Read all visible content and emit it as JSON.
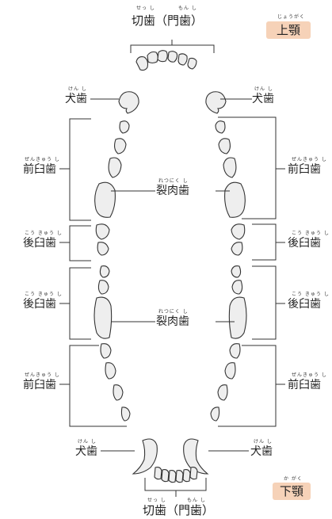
{
  "upper_jaw": {
    "badge": "上顎",
    "badge_ruby": "じょうがく",
    "incisor": "切歯（門歯）",
    "incisor_ruby_1": "せっ し",
    "incisor_ruby_2": "もん し",
    "canine": "犬歯",
    "canine_ruby": "けん し",
    "premolar": "前臼歯",
    "premolar_ruby": "ぜんきゅう し",
    "carnassial": "裂肉歯",
    "carnassial_ruby": "れつにく し",
    "molar": "後臼歯",
    "molar_ruby": "こう きゅう し"
  },
  "lower_jaw": {
    "badge": "下顎",
    "badge_ruby": "か がく",
    "incisor": "切歯（門歯）",
    "incisor_ruby_1": "せっ し",
    "incisor_ruby_2": "もん し",
    "canine": "犬歯",
    "canine_ruby": "けん し",
    "premolar": "前臼歯",
    "premolar_ruby": "ぜんきゅう し",
    "carnassial": "裂肉歯",
    "carnassial_ruby": "れつにく し",
    "molar": "後臼歯",
    "molar_ruby": "こう きゅう し"
  },
  "colors": {
    "badge": "#f6d2b8",
    "tooth_fill": "#eeeeee",
    "line": "#333333"
  }
}
